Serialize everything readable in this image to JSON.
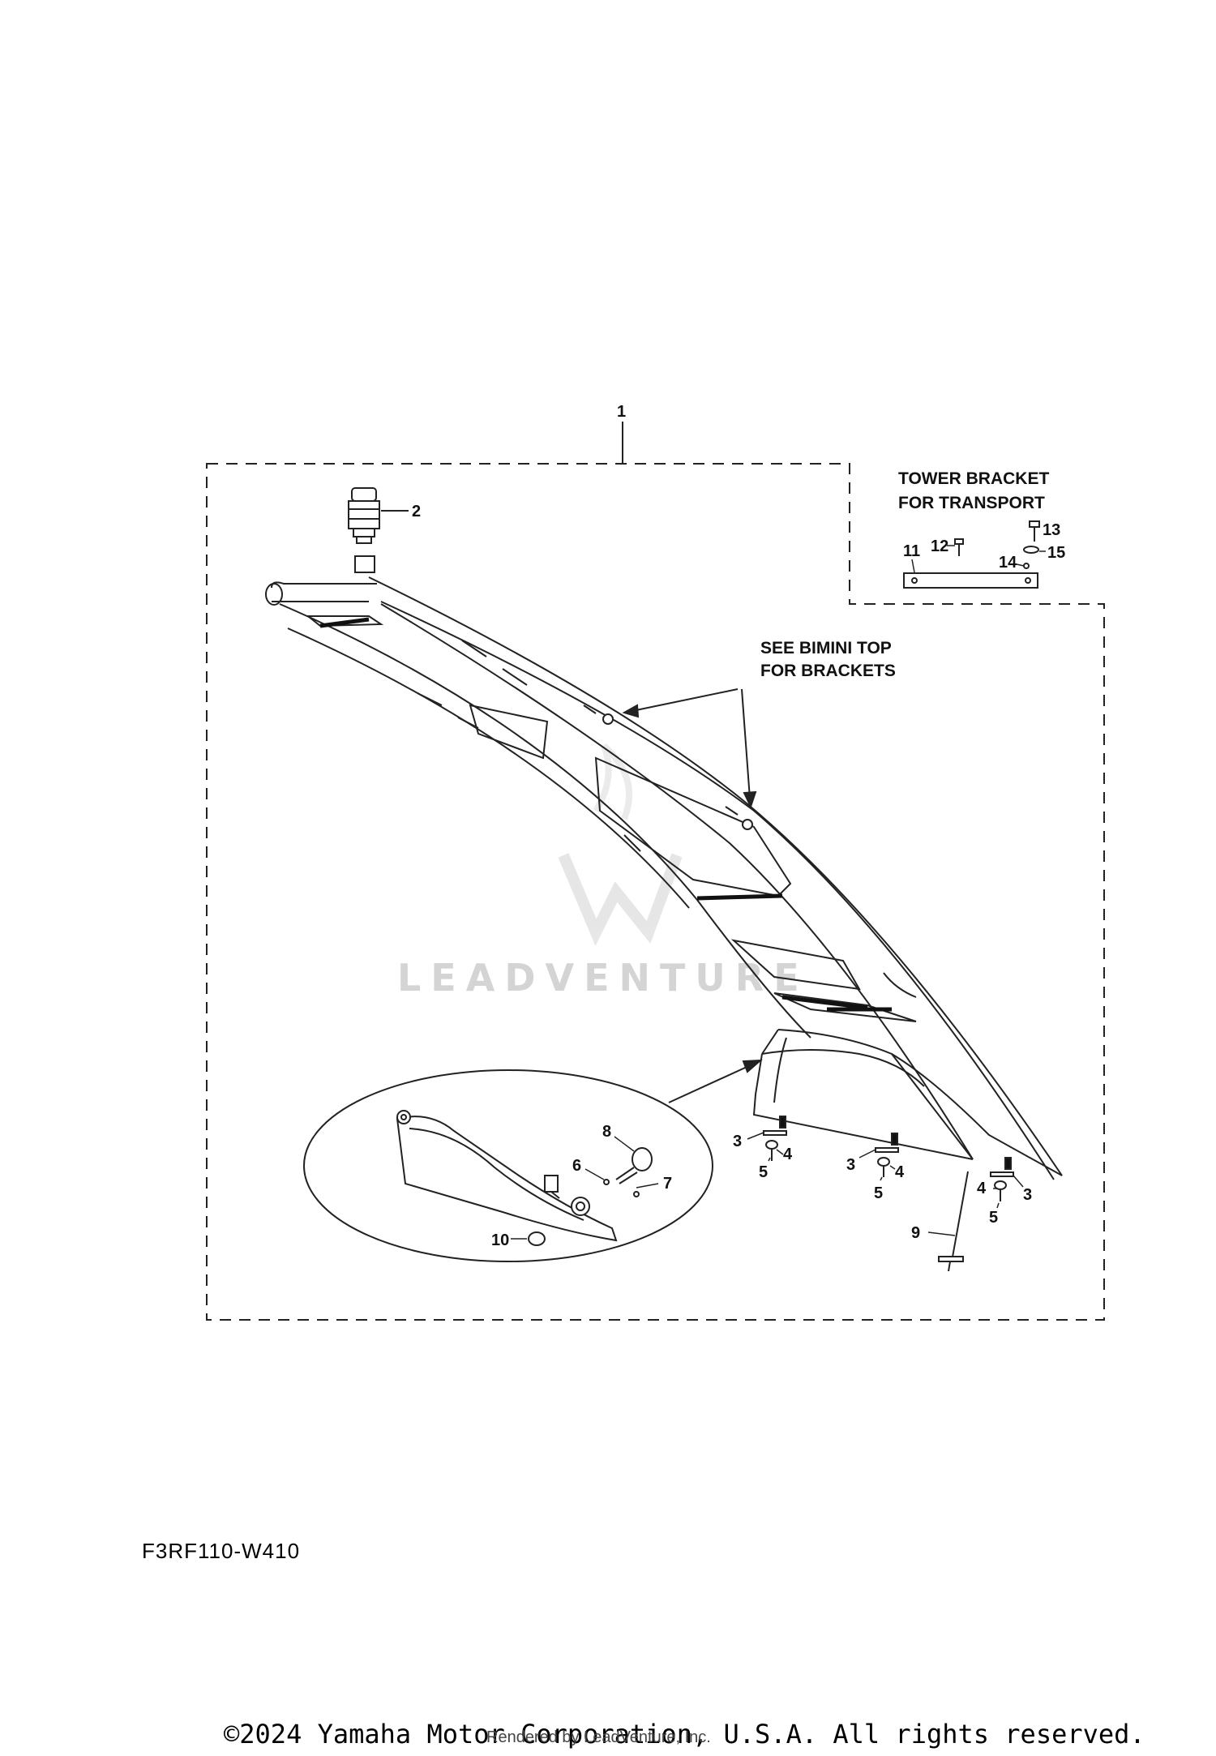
{
  "callouts": {
    "c1": "1",
    "c2": "2",
    "c3a": "3",
    "c3b": "3",
    "c3c": "3",
    "c4a": "4",
    "c4b": "4",
    "c4c": "4",
    "c5a": "5",
    "c5b": "5",
    "c5c": "5",
    "c6": "6",
    "c7": "7",
    "c8": "8",
    "c9": "9",
    "c10": "10",
    "c11": "11",
    "c12": "12",
    "c13": "13",
    "c14": "14",
    "c15": "15"
  },
  "notes": {
    "tower_bracket_line1": "TOWER BRACKET",
    "tower_bracket_line2": "FOR TRANSPORT",
    "bimini_line1": "SEE BIMINI TOP",
    "bimini_line2": "FOR BRACKETS"
  },
  "watermark": {
    "text": "LEADVENTURE"
  },
  "diagram_code": "F3RF110-W410",
  "footer": {
    "copyright": "©2024 Yamaha Motor Corporation, U.S.A. All rights reserved.",
    "rendered_by": "Rendered by LeadVenture, Inc."
  }
}
